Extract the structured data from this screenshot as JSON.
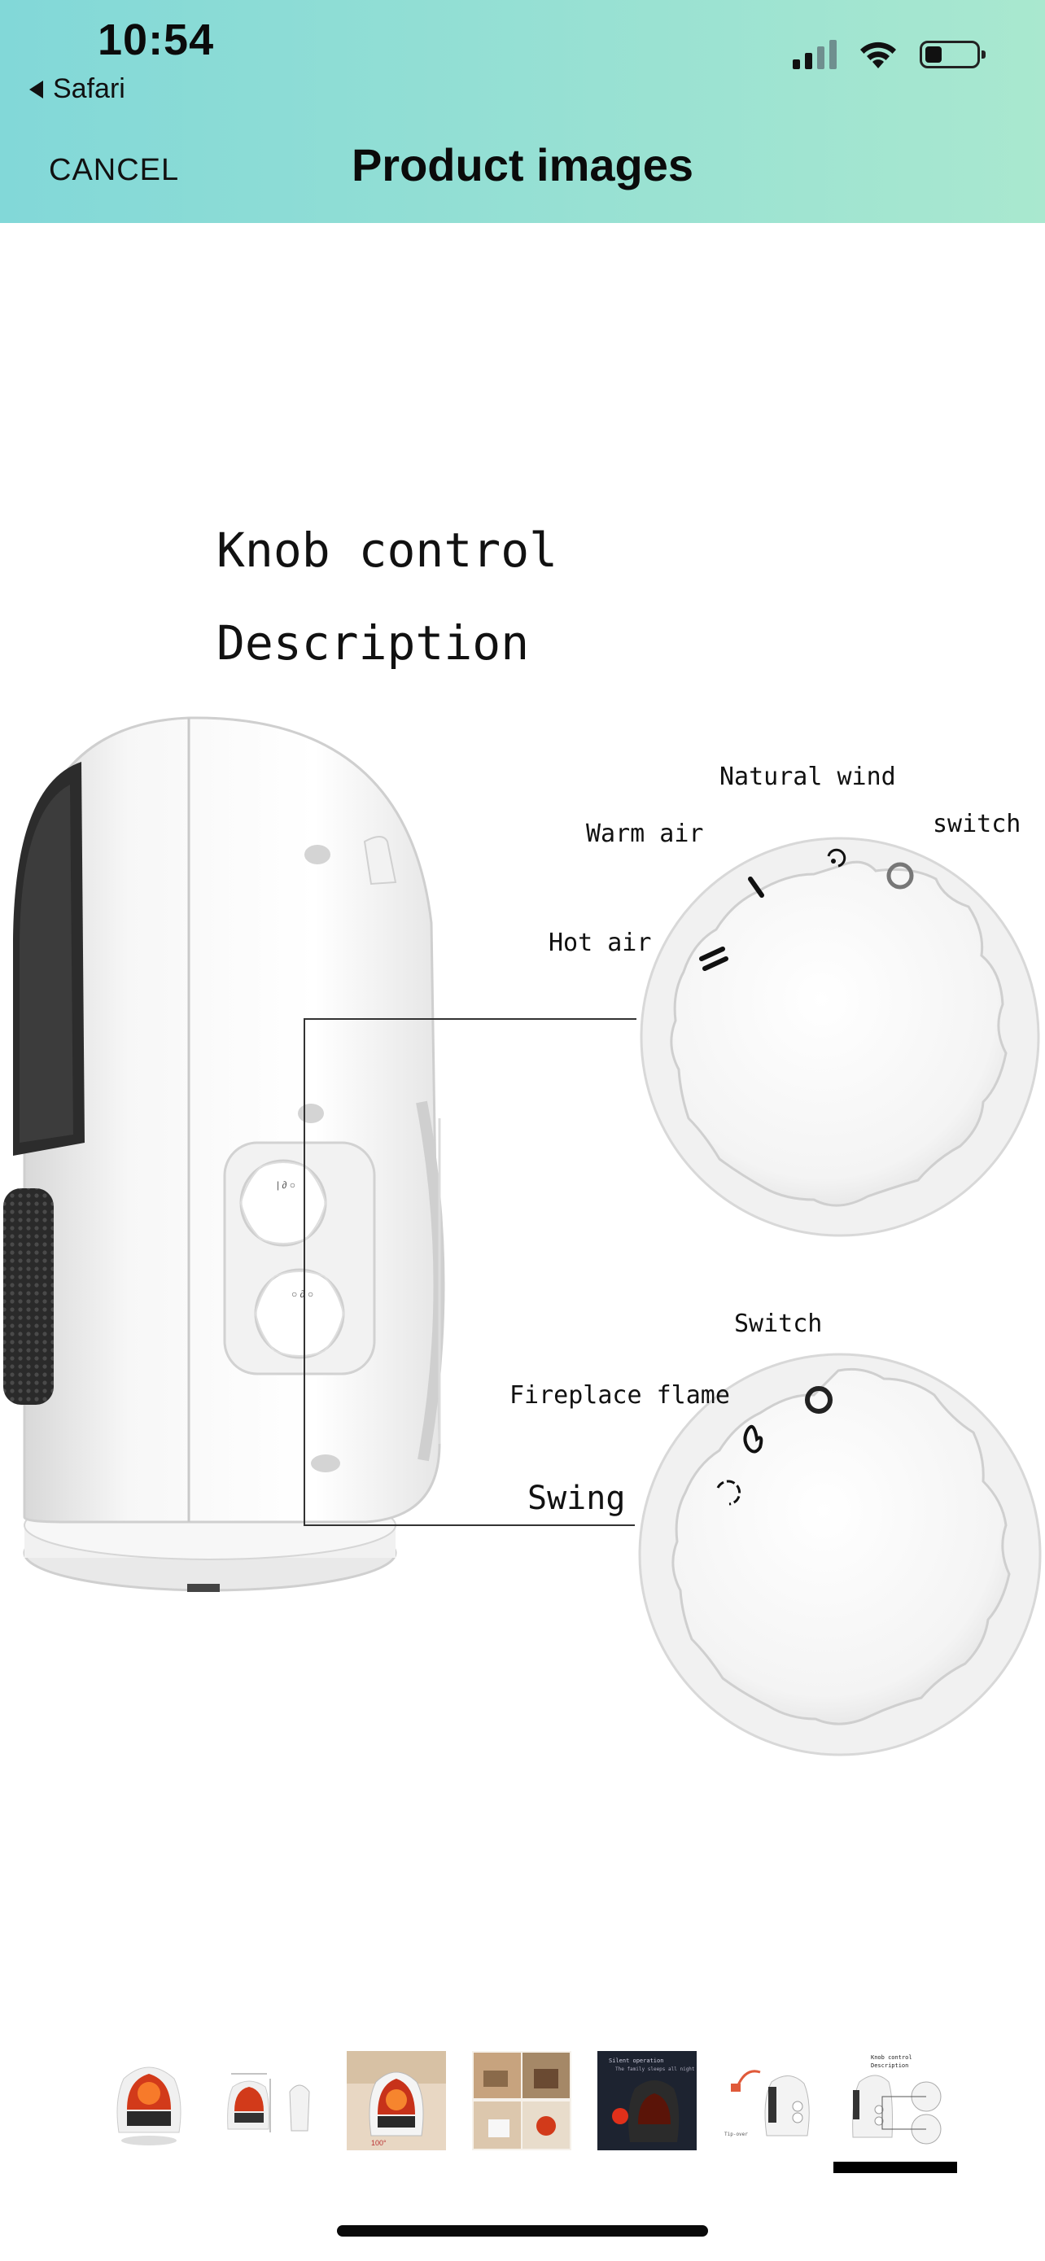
{
  "status_bar": {
    "time": "10:54",
    "back_app_label": "Safari",
    "signal_bars_active": 2,
    "signal_bars_total": 4,
    "battery_level": 0.25
  },
  "header": {
    "cancel_label": "CANCEL",
    "title": "Product images"
  },
  "product_image": {
    "heading_line1": "Knob control",
    "heading_line2": "Description",
    "top_knob_labels": {
      "natural_wind": "Natural wind",
      "switch": "switch",
      "warm_air": "Warm air",
      "hot_air": "Hot air"
    },
    "bottom_knob_labels": {
      "switch": "Switch",
      "fireplace_flame": "Fireplace flame",
      "swing": "Swing"
    }
  },
  "thumbnails": {
    "count": 7,
    "selected_index": 6
  },
  "colors": {
    "header_gradient_start": "#82d8d8",
    "header_gradient_end": "#a9e8cf",
    "text_dark": "#0b0b0b",
    "indicator": "#000000"
  }
}
